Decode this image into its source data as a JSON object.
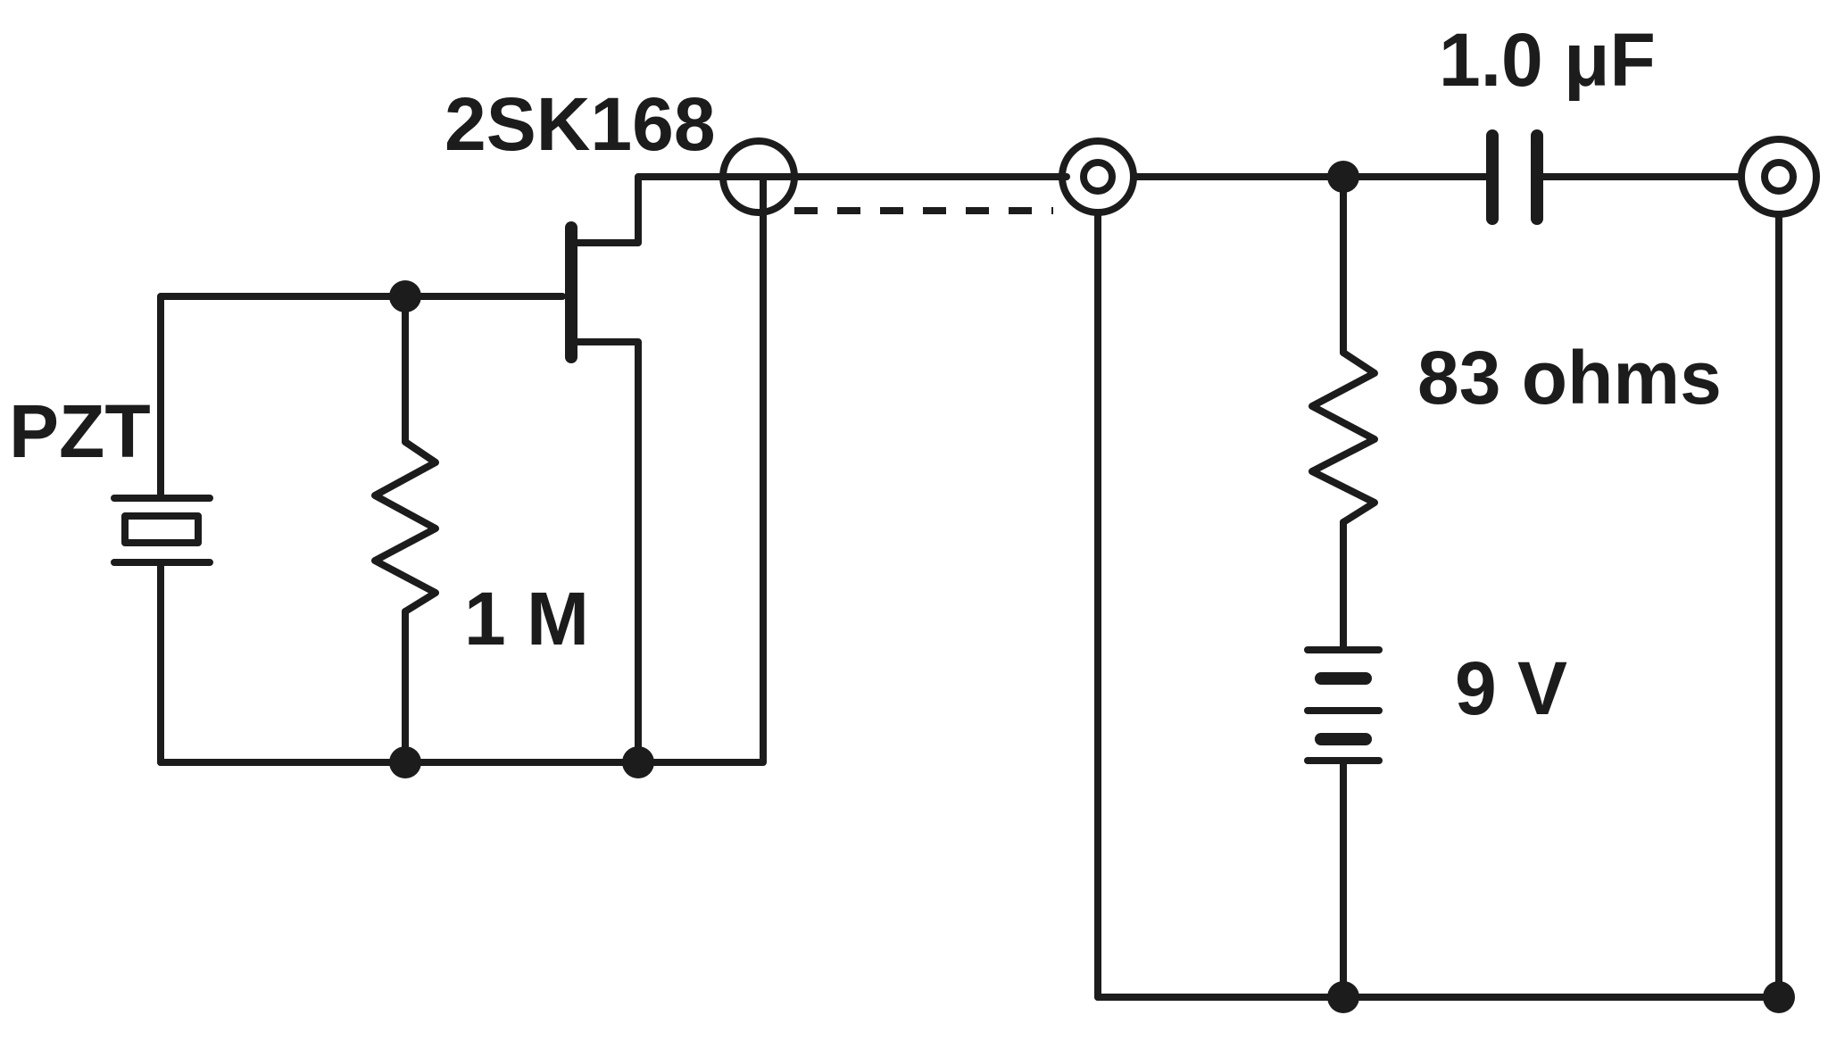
{
  "labels": {
    "pzt": "PZT",
    "resistor_1": "1 M",
    "fet": "2SK168",
    "capacitor": "1.0 μF",
    "resistor_2": "83 ohms",
    "battery": "9 V"
  },
  "colors": {
    "ink": "#1c1c1c",
    "background": "#ffffff"
  }
}
